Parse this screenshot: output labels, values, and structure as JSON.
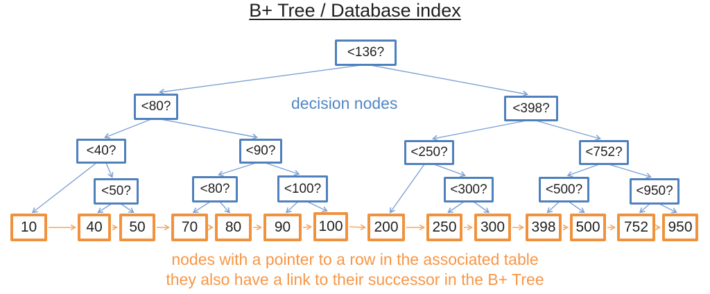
{
  "title": "B+ Tree / Database index",
  "annotations": {
    "decision_label": "decision nodes",
    "leaf_caption_line1": "nodes with a pointer to a row in the associated table",
    "leaf_caption_line2": "they also have a link to their successor in the B+ Tree"
  },
  "colors": {
    "decision_border": "#4e80bc",
    "decision_edge": "#7da0d4",
    "decision_text": "#5186c5",
    "leaf_border": "#f0923d",
    "leaf_edge": "#f5a55f",
    "leaf_caption": "#f79646",
    "node_text": "#1f1f1f",
    "title_text": "#1f1f1f"
  },
  "tree": {
    "decision_nodes": [
      {
        "id": "d136",
        "label": "<136?"
      },
      {
        "id": "d80",
        "label": "<80?"
      },
      {
        "id": "d398",
        "label": "<398?"
      },
      {
        "id": "d40",
        "label": "<40?"
      },
      {
        "id": "d90",
        "label": "<90?"
      },
      {
        "id": "d250",
        "label": "<250?"
      },
      {
        "id": "d752",
        "label": "<752?"
      },
      {
        "id": "d50",
        "label": "<50?"
      },
      {
        "id": "d80b",
        "label": "<80?"
      },
      {
        "id": "d100",
        "label": "<100?"
      },
      {
        "id": "d300",
        "label": "<300?"
      },
      {
        "id": "d500",
        "label": "<500?"
      },
      {
        "id": "d950",
        "label": "<950?"
      }
    ],
    "leaf_nodes": [
      {
        "id": "l10",
        "label": "10"
      },
      {
        "id": "l40",
        "label": "40"
      },
      {
        "id": "l50",
        "label": "50"
      },
      {
        "id": "l70",
        "label": "70"
      },
      {
        "id": "l80",
        "label": "80"
      },
      {
        "id": "l90",
        "label": "90"
      },
      {
        "id": "l100",
        "label": "100"
      },
      {
        "id": "l200",
        "label": "200"
      },
      {
        "id": "l250",
        "label": "250"
      },
      {
        "id": "l300",
        "label": "300"
      },
      {
        "id": "l398",
        "label": "398"
      },
      {
        "id": "l500",
        "label": "500"
      },
      {
        "id": "l752",
        "label": "752"
      },
      {
        "id": "l950",
        "label": "950"
      }
    ],
    "edges": [
      [
        "d136",
        "d80"
      ],
      [
        "d136",
        "d398"
      ],
      [
        "d80",
        "d40"
      ],
      [
        "d80",
        "d90"
      ],
      [
        "d398",
        "d250"
      ],
      [
        "d398",
        "d752"
      ],
      [
        "d40",
        "l10"
      ],
      [
        "d40",
        "d50"
      ],
      [
        "d50",
        "l40"
      ],
      [
        "d50",
        "l50"
      ],
      [
        "d90",
        "d80b"
      ],
      [
        "d90",
        "d100"
      ],
      [
        "d80b",
        "l70"
      ],
      [
        "d80b",
        "l80"
      ],
      [
        "d100",
        "l90"
      ],
      [
        "d100",
        "l100"
      ],
      [
        "d250",
        "l200"
      ],
      [
        "d250",
        "d300"
      ],
      [
        "d300",
        "l250"
      ],
      [
        "d300",
        "l300"
      ],
      [
        "d752",
        "d500"
      ],
      [
        "d752",
        "d950"
      ],
      [
        "d500",
        "l398"
      ],
      [
        "d500",
        "l500"
      ],
      [
        "d950",
        "l752"
      ],
      [
        "d950",
        "l950"
      ]
    ]
  }
}
